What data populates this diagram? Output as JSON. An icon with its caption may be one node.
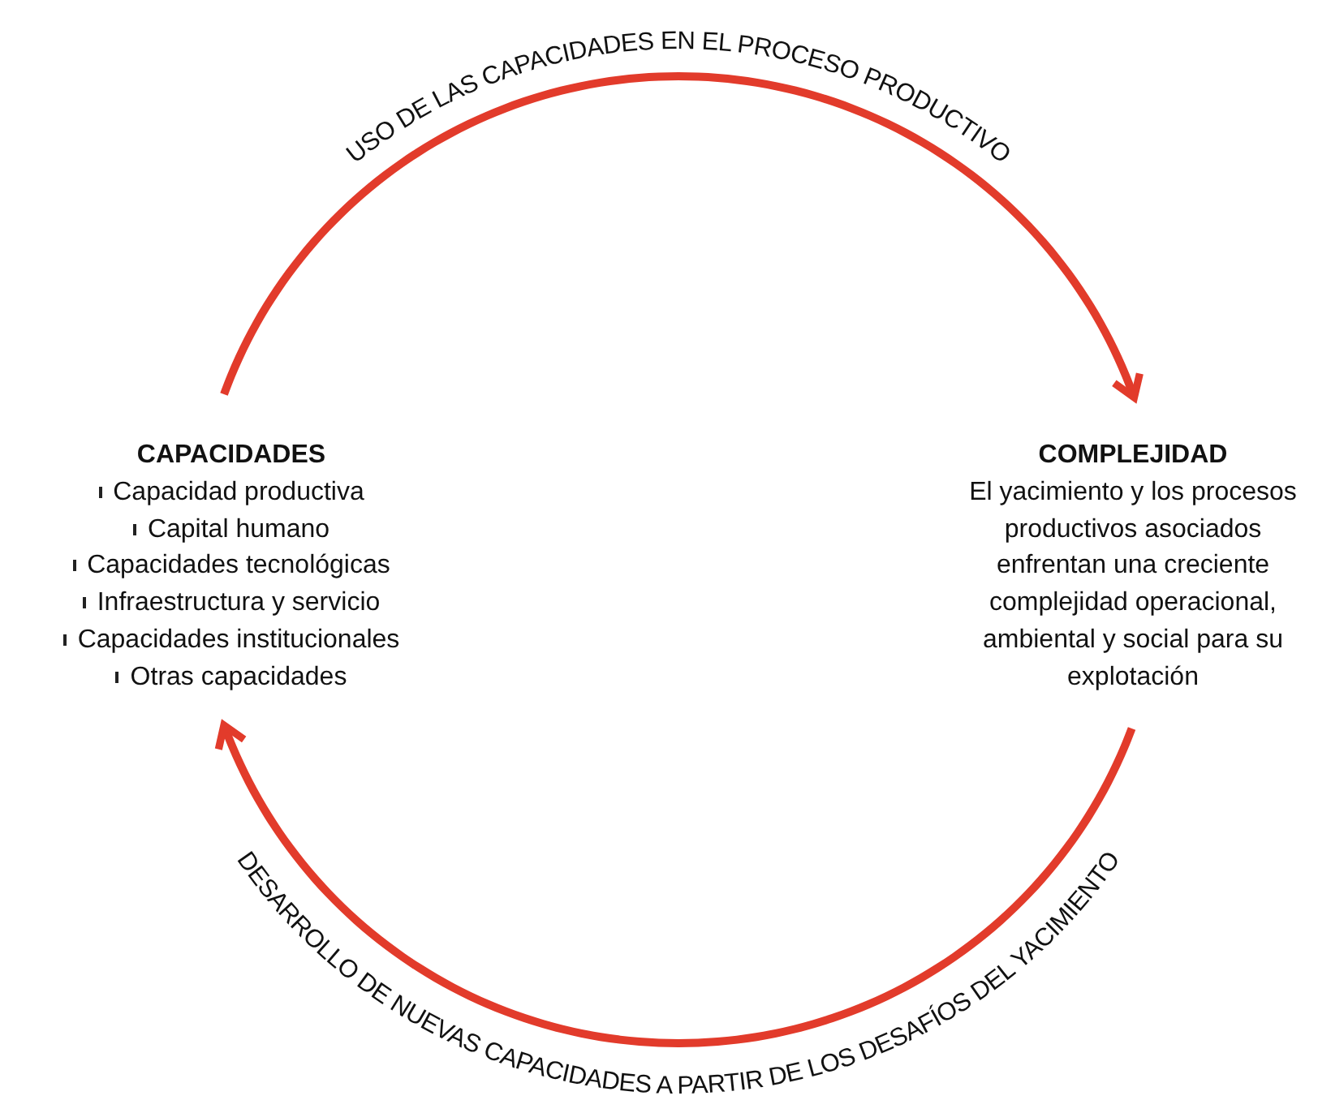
{
  "diagram": {
    "nodes": [
      {
        "text": [
          "CAPACIDADES",
          "Capacidad productiva",
          "Capital humano",
          "Capacidades tecnológicas",
          "Infraestructura y servicio",
          "Capacidades institucionales",
          "Otras capacidades"
        ]
      },
      {
        "text": [
          "COMPLEJIDAD",
          "El yacimiento y los procesos productivos asociados enfrentan una creciente complejidad operacional, ambiental y social para su explotación"
        ]
      }
    ],
    "edges": [
      {
        "from": 0,
        "to": 1,
        "arrow": "to",
        "label": "USO DE LAS CAPACIDADES EN EL PROCESO PRODUCTIVO"
      },
      {
        "from": 1,
        "to": 0,
        "arrow": "to",
        "label": "DESARROLLO DE NUEVAS CAPACIDADES A PARTIR DE LOS DESAFÍOS DEL YACIMIENTO"
      }
    ]
  }
}
